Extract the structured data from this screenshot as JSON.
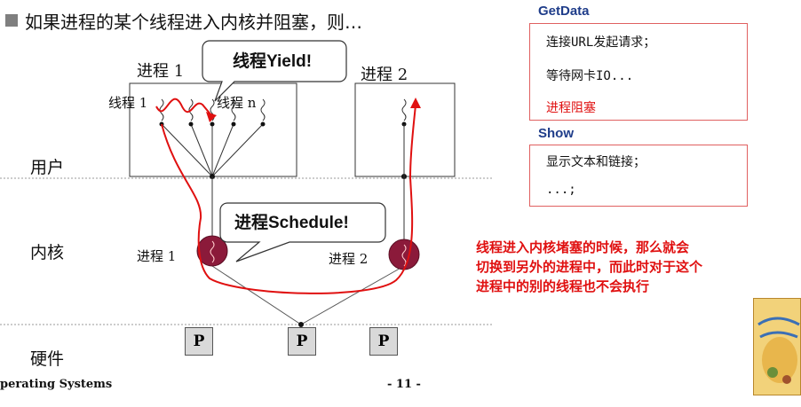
{
  "heading": "如果进程的某个线程进入内核并阻塞，则…",
  "process1_label": "进程 1",
  "process2_label": "进程 2",
  "thread1_label": "线程 1",
  "threadn_label": "线程 n",
  "yield_bubble": "线程Yield!",
  "schedule_bubble": "进程Schedule!",
  "layers": {
    "user": "用户",
    "kernel": "内核",
    "hardware": "硬件"
  },
  "kernel_proc1_label": "进程 1",
  "kernel_proc2_label": "进程 2",
  "cpu_label": "P",
  "getdata": {
    "title": "GetData",
    "lines": [
      "连接URL发起请求；",
      "等待网卡IO...",
      "进程阻塞"
    ]
  },
  "show": {
    "title": "Show",
    "lines": [
      "显示文本和链接；",
      "...;"
    ]
  },
  "note": [
    "线程进入内核堵塞的时候，那么就会",
    "切换到另外的进程中，而此时对于这个",
    "进程中的别的线程也不会执行"
  ],
  "footer_left": "perating Systems",
  "footer_page": "- 11 -",
  "colors": {
    "accent_red": "#e01010",
    "process_circle": "#8b1a3a",
    "title_blue": "#1f3d8a"
  }
}
